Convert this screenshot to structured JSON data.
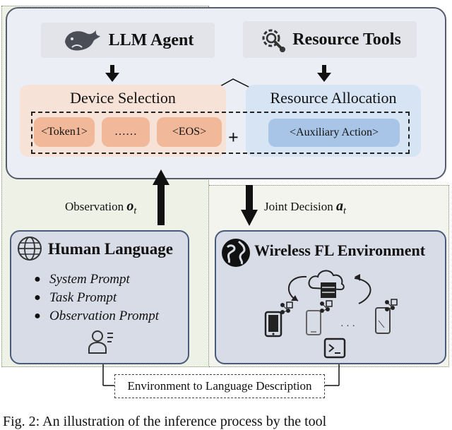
{
  "agent": {
    "title": "LLM Agent"
  },
  "tools": {
    "title": "Resource Tools"
  },
  "device_selection": {
    "title": "Device Selection",
    "tokens": [
      "<Token1>",
      "……",
      "<EOS>"
    ]
  },
  "resource_allocation": {
    "title": "Resource Allocation",
    "action": "<Auxiliary Action>"
  },
  "plus_sign": "+",
  "observation": {
    "text": "Observation",
    "symbol": "o",
    "sub": "t"
  },
  "decision": {
    "text": "Joint Decision",
    "symbol": "a",
    "sub": "t"
  },
  "human_language": {
    "title": "Human Language",
    "prompts": [
      "System Prompt",
      "Task Prompt",
      "Observation Prompt"
    ]
  },
  "wireless": {
    "title": "Wireless FL Environment",
    "dots": "· · ·"
  },
  "env_description": "Environment to Language Description",
  "caption": "Fig. 2: An illustration of the inference process by the tool",
  "colors": {
    "token_fill": "#f2b89a",
    "aux_fill": "#a8c4e6",
    "panel_fill": "#d8dce6",
    "top_panel_fill": "#eceef6"
  }
}
